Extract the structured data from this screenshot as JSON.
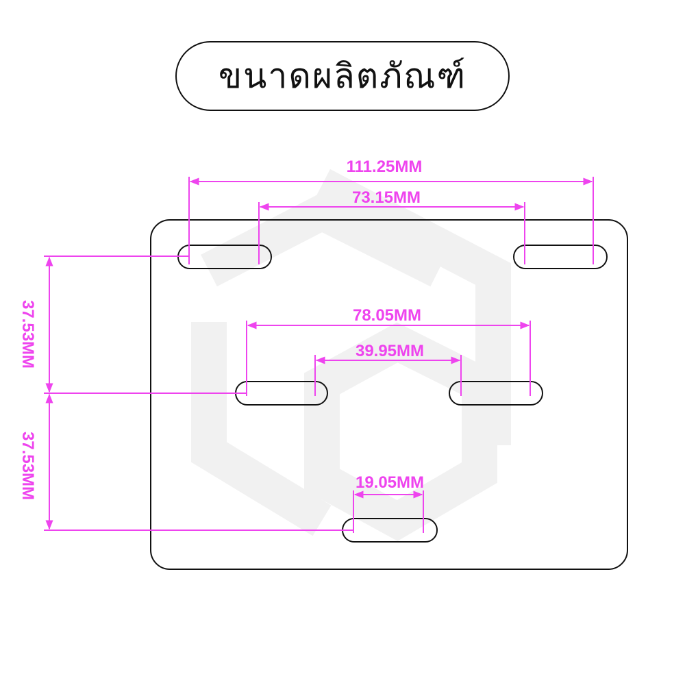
{
  "title": "ขนาดผลิตภัณฑ์",
  "colors": {
    "dimension": "#ee44ee",
    "outline": "#111111",
    "watermark": "#f2f2f2"
  },
  "dimensions": {
    "top_outer": "111.25MM",
    "top_inner": "73.15MM",
    "mid_outer": "78.05MM",
    "mid_inner": "39.95MM",
    "bottom": "19.05MM",
    "left_upper": "37.53MM",
    "left_lower": "37.53MM"
  }
}
